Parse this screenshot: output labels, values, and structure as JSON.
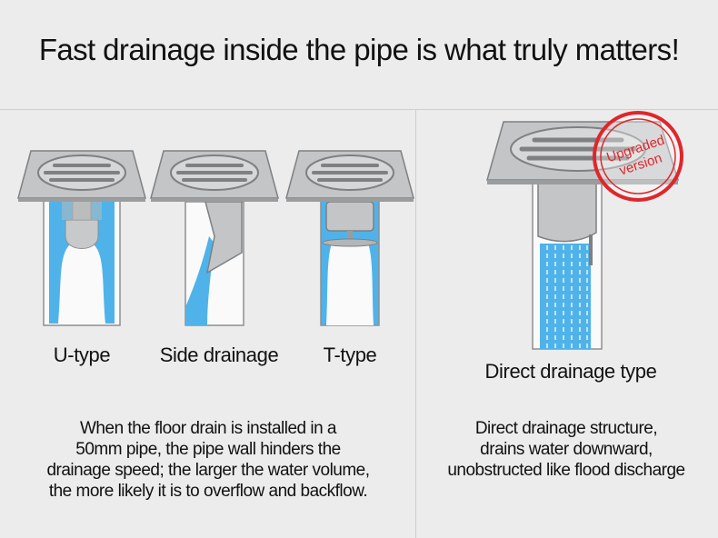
{
  "headline": "Fast drainage inside the pipe is what truly matters!",
  "colors": {
    "water": "#4fb3ea",
    "steel": "#bfc0c1",
    "steel_dark": "#8d8f91",
    "stamp": "#e0262b"
  },
  "left_panel": {
    "types": [
      {
        "label": "U-type",
        "icon": "u-type-drain-icon"
      },
      {
        "label": "Side drainage",
        "icon": "side-drainage-drain-icon"
      },
      {
        "label": "T-type",
        "icon": "t-type-drain-icon"
      }
    ],
    "description_lines": [
      "When the floor drain is installed in a",
      "50mm pipe, the pipe wall hinders the",
      "drainage speed; the larger the water volume,",
      "the more likely it is to overflow and backflow."
    ]
  },
  "right_panel": {
    "label": "Direct drainage type",
    "icon": "direct-drainage-drain-icon",
    "stamp": {
      "line1": "Upgraded",
      "line2": "version",
      "icon": "upgraded-stamp-icon"
    },
    "description_lines": [
      "Direct drainage structure,",
      "drains water downward,",
      "unobstructed like flood discharge"
    ]
  }
}
